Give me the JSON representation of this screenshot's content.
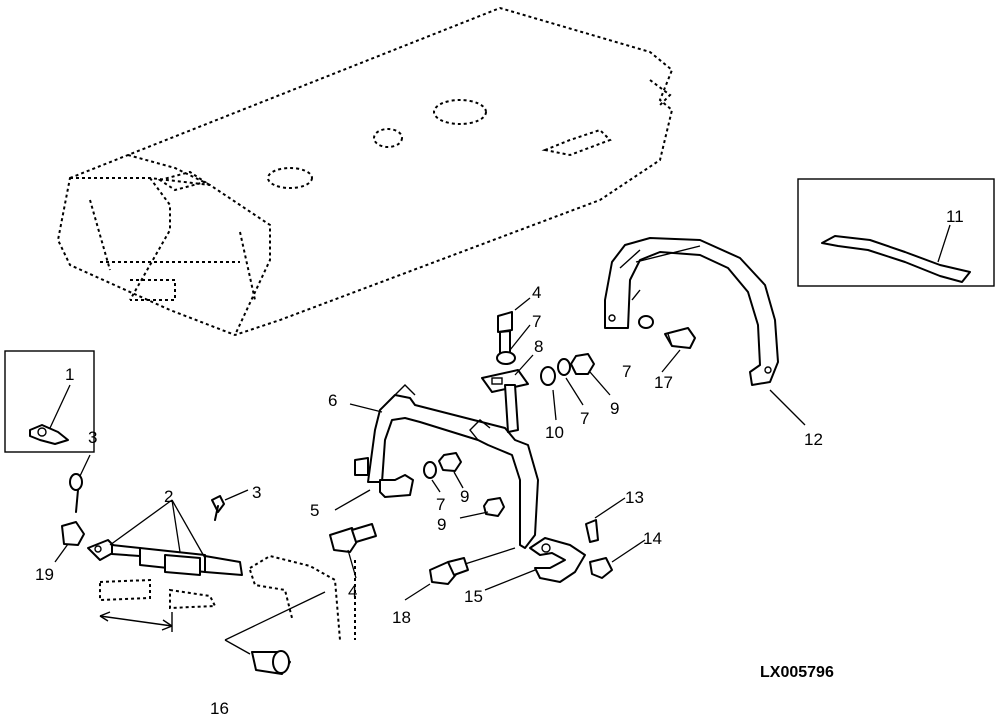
{
  "drawing_code": "LX005796",
  "callouts": {
    "c1": "1",
    "c2": "2",
    "c3a": "3",
    "c3b": "3",
    "c4a": "4",
    "c4b": "4",
    "c5": "5",
    "c6": "6",
    "c7a": "7",
    "c7b": "7",
    "c7c": "7",
    "c7d": "7",
    "c8": "8",
    "c9a": "9",
    "c9b": "9",
    "c9c": "9",
    "c10": "10",
    "c11": "11",
    "c12": "12",
    "c13": "13",
    "c14": "14",
    "c15": "15",
    "c16": "16",
    "c17": "17",
    "c18": "18",
    "c19": "19"
  }
}
